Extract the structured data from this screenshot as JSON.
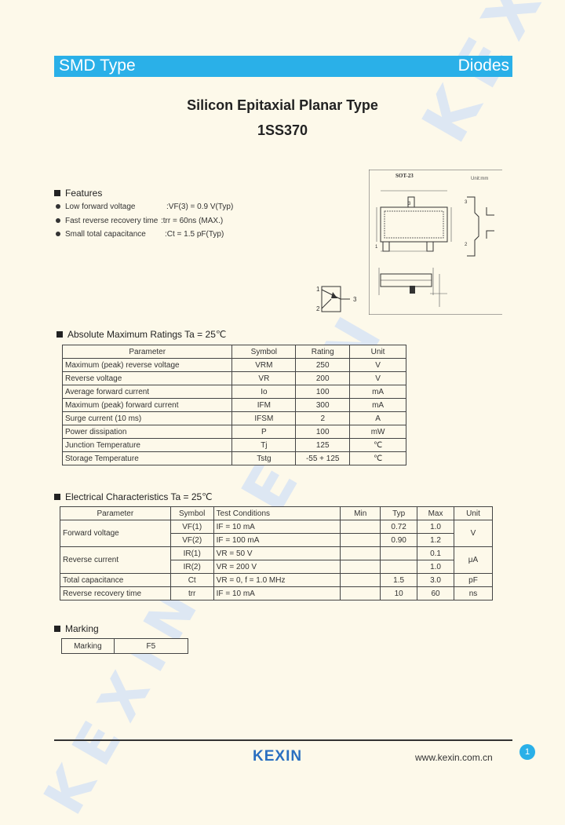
{
  "header": {
    "left": "SMD Type",
    "right": "Diodes"
  },
  "title": "Silicon Epitaxial Planar Type",
  "part": "1SS370",
  "watermark": "KEXIN",
  "features": {
    "heading": "Features",
    "items": [
      {
        "name": "Low forward voltage",
        "value": ":VF(3) = 0.9 V(Typ)"
      },
      {
        "name": "Fast reverse recovery time",
        "value": ":trr = 60ns (MAX.)"
      },
      {
        "name": "Small total capacitance",
        "value": ":Ct = 1.5 pF(Typ)"
      }
    ]
  },
  "package": {
    "name": "SOT-23",
    "unit": "Unit:mm",
    "pins": [
      "1",
      "2",
      "3"
    ]
  },
  "abs_max": {
    "heading": "Absolute Maximum Ratings Ta = 25℃",
    "columns": [
      "Parameter",
      "Symbol",
      "Rating",
      "Unit"
    ],
    "rows": [
      [
        "Maximum (peak) reverse voltage",
        "VRM",
        "250",
        "V"
      ],
      [
        "Reverse voltage",
        "VR",
        "200",
        "V"
      ],
      [
        "Average forward current",
        "Io",
        "100",
        "mA"
      ],
      [
        "Maximum (peak) forward current",
        "IFM",
        "300",
        "mA"
      ],
      [
        "Surge current (10 ms)",
        "IFSM",
        "2",
        "A"
      ],
      [
        "Power dissipation",
        "P",
        "100",
        "mW"
      ],
      [
        "Junction Temperature",
        "Tj",
        "125",
        "℃"
      ],
      [
        "Storage Temperature",
        "Tstg",
        "-55 + 125",
        "℃"
      ]
    ]
  },
  "elec": {
    "heading": "Electrical Characteristics Ta = 25℃",
    "columns": [
      "Parameter",
      "Symbol",
      "Test Conditions",
      "Min",
      "Typ",
      "Max",
      "Unit"
    ],
    "fwd": {
      "param": "Forward  voltage",
      "unit": "V",
      "r1": {
        "sym": "VF(1)",
        "cond": "IF = 10 mA",
        "min": "",
        "typ": "0.72",
        "max": "1.0"
      },
      "r2": {
        "sym": "VF(2)",
        "cond": "IF = 100  mA",
        "min": "",
        "typ": "0.90",
        "max": "1.2"
      }
    },
    "rev": {
      "param": "Reverse current",
      "unit": "μA",
      "r1": {
        "sym": "IR(1)",
        "cond": "VR = 50 V",
        "min": "",
        "typ": "",
        "max": "0.1"
      },
      "r2": {
        "sym": "IR(2)",
        "cond": "VR = 200 V",
        "min": "",
        "typ": "",
        "max": "1.0"
      }
    },
    "cap": {
      "param": "Total capacitance",
      "sym": "Ct",
      "cond": "VR = 0, f = 1.0 MHz",
      "min": "",
      "typ": "1.5",
      "max": "3.0",
      "unit": "pF"
    },
    "trr": {
      "param": "Reverse recovery time",
      "sym": "trr",
      "cond": "IF = 10  mA",
      "min": "",
      "typ": "10",
      "max": "60",
      "unit": "ns"
    }
  },
  "marking": {
    "heading": "Marking",
    "label": "Marking",
    "value": "F5"
  },
  "footer": {
    "logo": "KEXIN",
    "url": "www.kexin.com.cn",
    "page": "1"
  }
}
